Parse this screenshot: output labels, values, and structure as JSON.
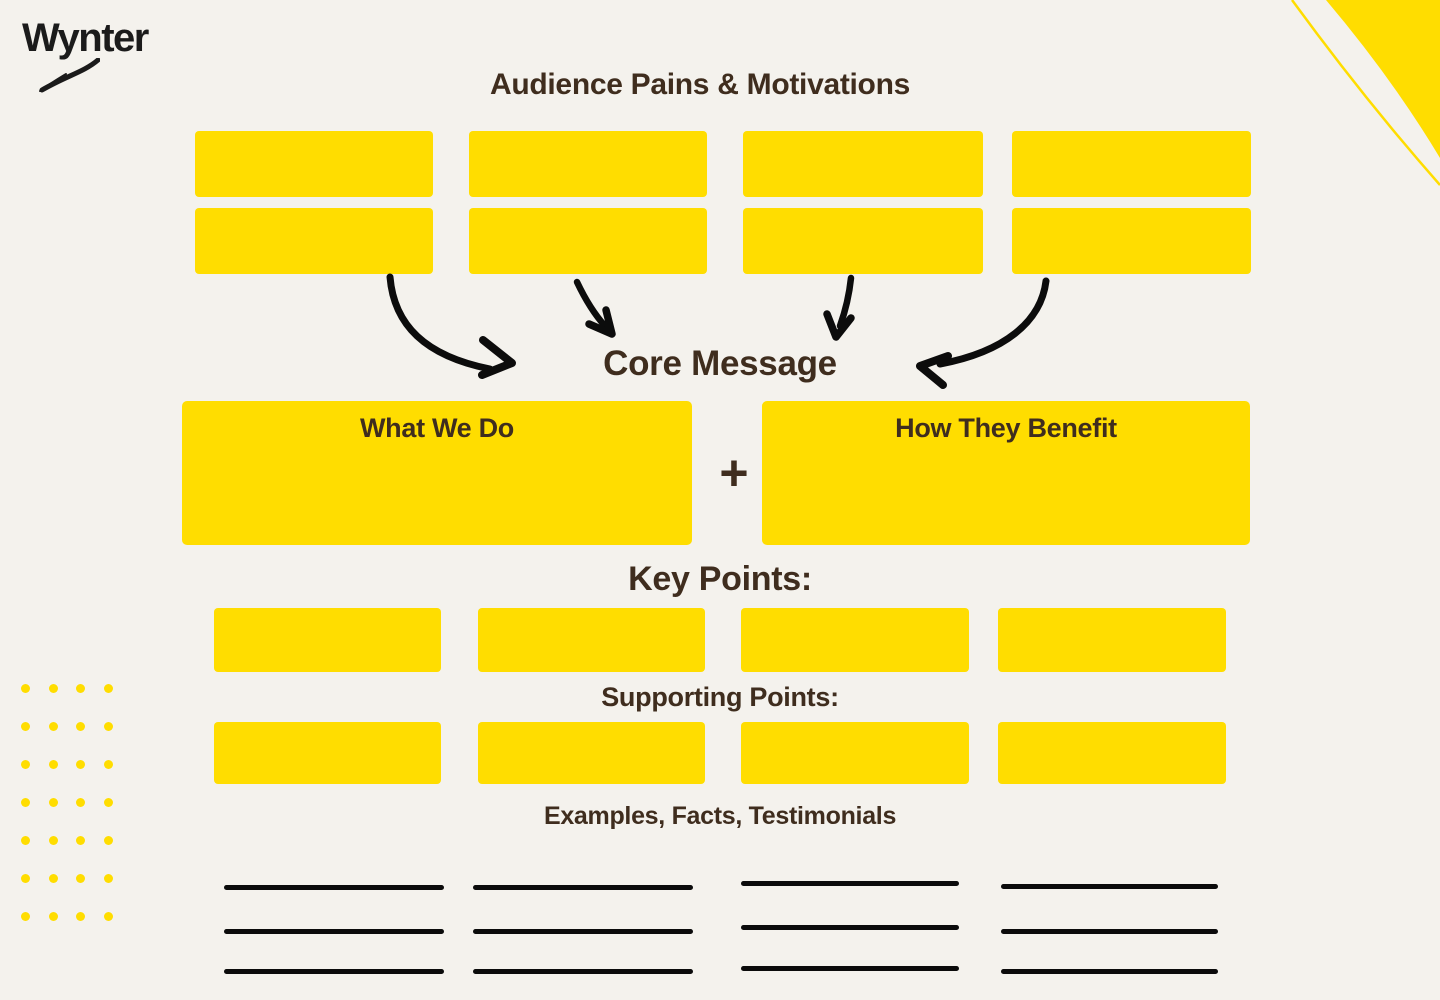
{
  "logo": {
    "text": "Wynter"
  },
  "audience": {
    "title": "Audience Pains & Motivations"
  },
  "core": {
    "title": "Core Message",
    "what_we_do": "What We Do",
    "how_they_benefit": "How They Benefit",
    "plus": "+"
  },
  "key_points": {
    "title": "Key Points:"
  },
  "supporting_points": {
    "title": "Supporting Points:"
  },
  "examples": {
    "title": "Examples, Facts, Testimonials"
  },
  "colors": {
    "background": "#F4F2ED",
    "accent_yellow": "#FFDD00",
    "heading_brown": "#3F2D1E",
    "ink_black": "#0B0B0B"
  },
  "decor": {
    "icons": [
      "curved-arrow-icon",
      "plus-icon",
      "brush-swash-icon",
      "corner-arc-icon",
      "dot-grid-icon"
    ],
    "pain_box_count": 8,
    "key_point_box_count": 4,
    "supporting_box_count": 4,
    "example_line_columns": 4,
    "example_lines_per_column": 3,
    "dot_grid": "4x7"
  }
}
